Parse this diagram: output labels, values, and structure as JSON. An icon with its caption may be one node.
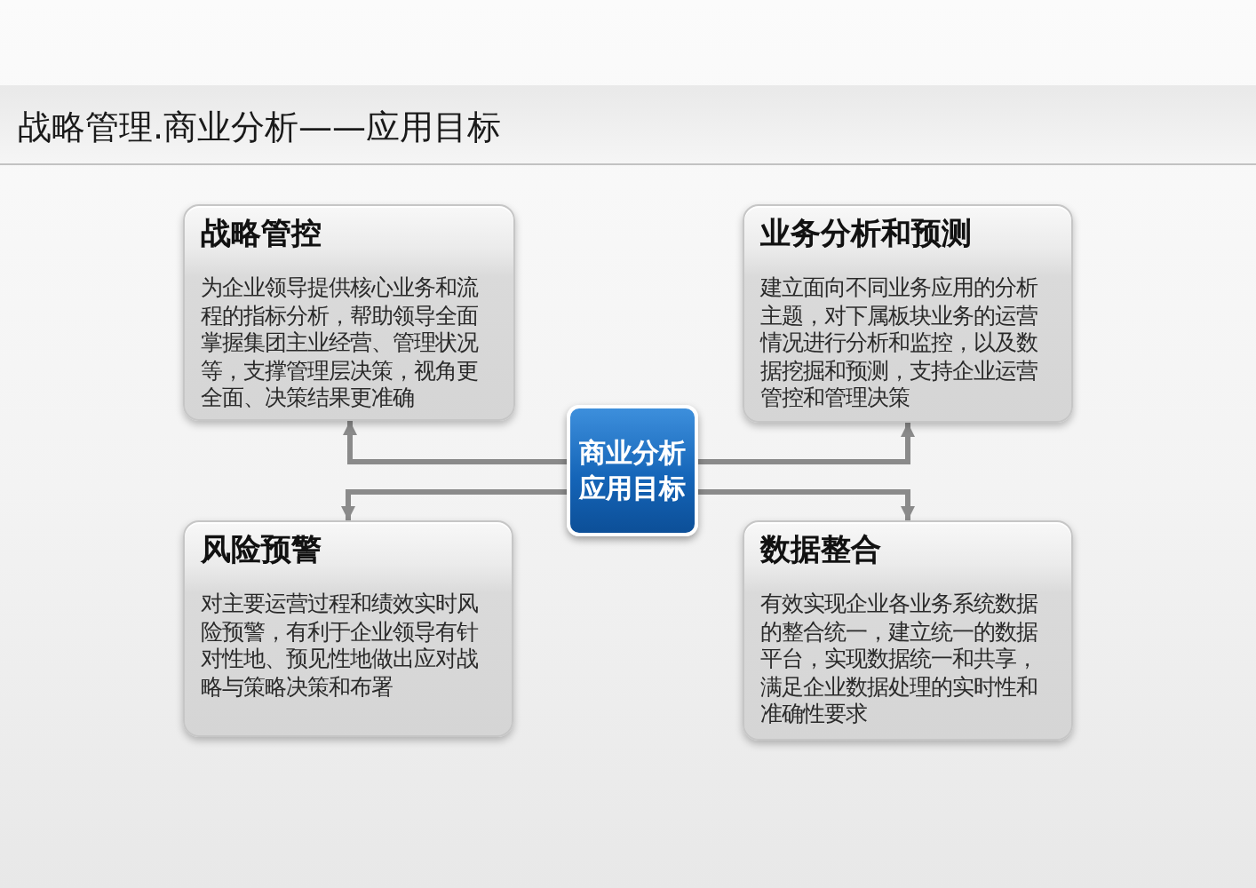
{
  "diagram": {
    "title": "战略管理.商业分析——应用目标",
    "nodes": [
      {
        "text": [
          "战略管控",
          "为企业领导提供核心业务和流程的指标分析，帮助领导全面掌握集团主业经营、管理状况等，支撑管理层决策，视角更全面、决策结果更准确"
        ]
      },
      {
        "text": [
          "业务分析和预测",
          "建立面向不同业务应用的分析主题，对下属板块业务的运营情况进行分析和监控，以及数据挖掘和预测，支持企业运营管控和管理决策"
        ]
      },
      {
        "text": [
          "商业分析应用目标"
        ]
      },
      {
        "text": [
          "风险预警",
          "对主要运营过程和绩效实时风险预警，有利于企业领导有针对性地、预见性地做出应对战略与策略决策和布署"
        ]
      },
      {
        "text": [
          "数据整合",
          "有效实现企业各业务系统数据的整合统一，建立统一的数据平台，实现数据统一和共享，满足企业数据处理的实时性和准确性要求"
        ]
      }
    ],
    "edges": [
      {
        "from": 2,
        "to": 0,
        "arrow": "to"
      },
      {
        "from": 2,
        "to": 1,
        "arrow": "to"
      },
      {
        "from": 2,
        "to": 3,
        "arrow": "to"
      },
      {
        "from": 2,
        "to": 4,
        "arrow": "to"
      }
    ]
  }
}
